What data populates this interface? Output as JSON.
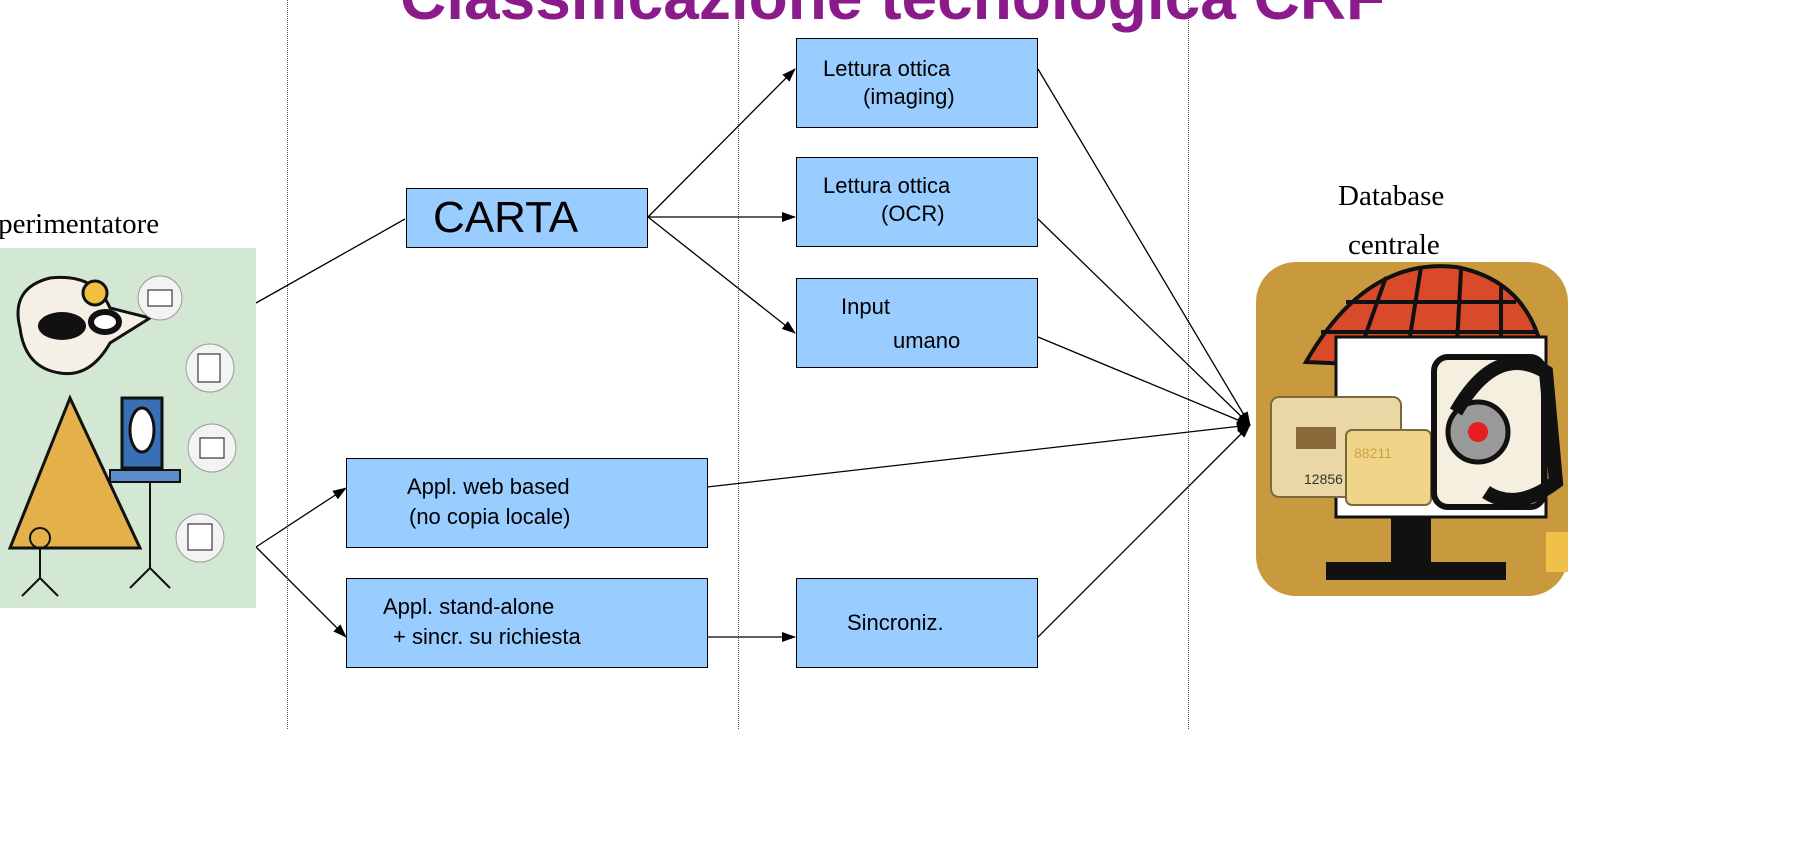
{
  "title": "Classificazione tecnologica CRF",
  "actor_label": "Sperimentatore",
  "database_label_line1": "Database",
  "database_label_line2": "centrale",
  "nodes": {
    "carta": "CARTA",
    "lettura_imaging_l1": "Lettura ottica",
    "lettura_imaging_l2": "(imaging)",
    "lettura_ocr_l1": "Lettura ottica",
    "lettura_ocr_l2": "(OCR)",
    "input_umano_l1": "Input",
    "input_umano_l2": "umano",
    "web_based_l1": "Appl. web based",
    "web_based_l2": "(no copia locale)",
    "stand_alone_l1": "Appl. stand-alone",
    "stand_alone_l2": "+ sincr. su richiesta",
    "sincroniz": "Sincroniz."
  },
  "colors": {
    "box_fill": "#99CCFF",
    "title": "#8B1A8B"
  }
}
